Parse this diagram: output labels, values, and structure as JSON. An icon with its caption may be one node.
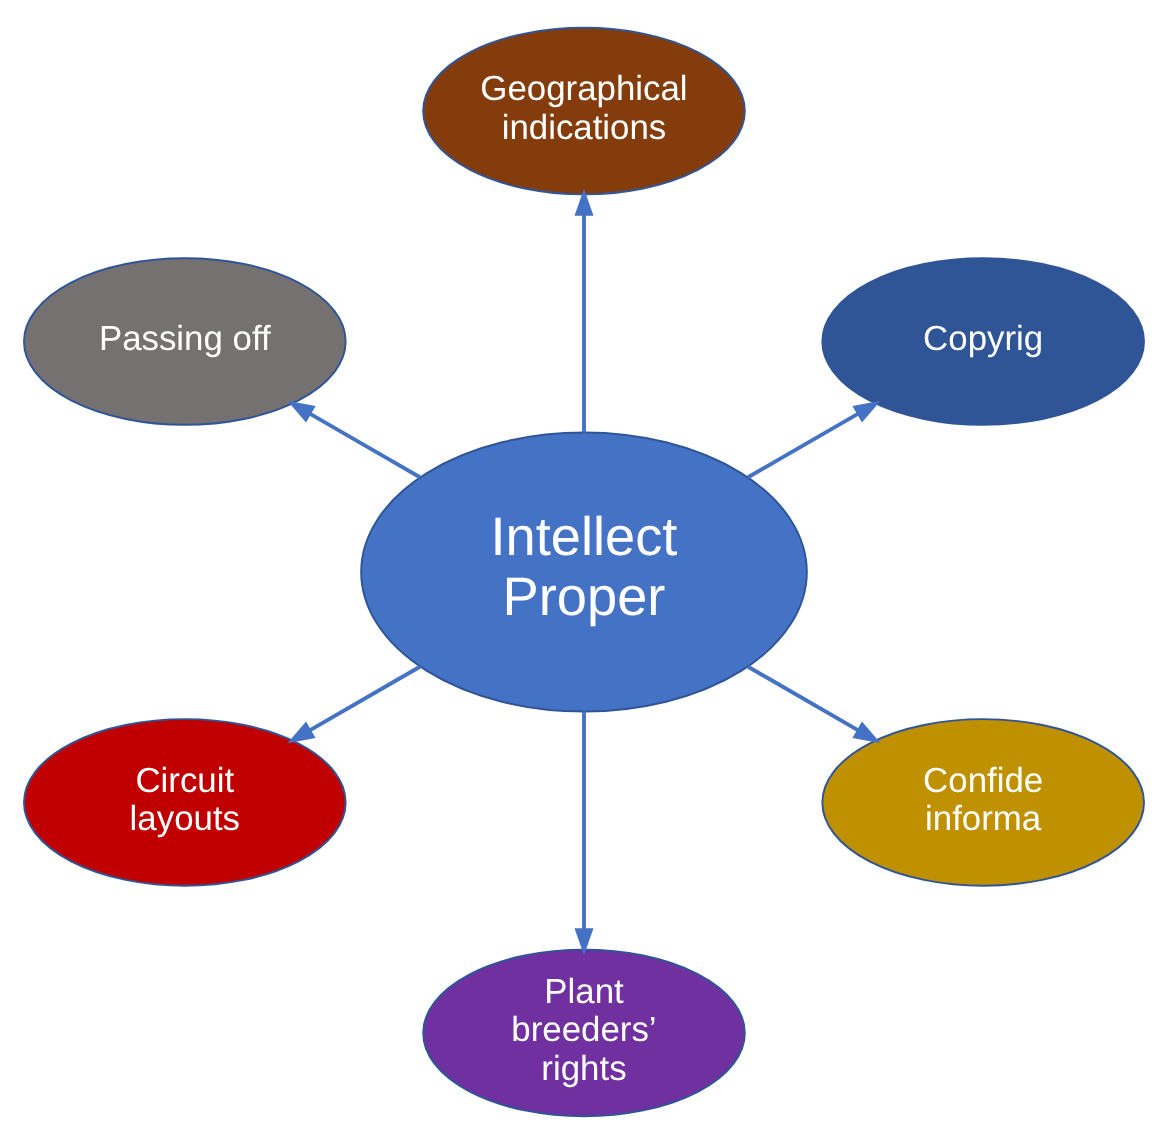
{
  "diagram": {
    "nodes": [
      {
        "text": [
          "Intellect Proper"
        ]
      },
      {
        "text": [
          "Copyrig"
        ]
      },
      {
        "text": [
          "Geographical indications"
        ]
      },
      {
        "text": [
          "Passing off"
        ]
      },
      {
        "text": [
          "Circuit layouts"
        ]
      },
      {
        "text": [
          "Plant breeders’ rights"
        ]
      },
      {
        "text": [
          "Confide informa"
        ]
      }
    ],
    "edges": [
      {
        "from": 0,
        "to": 1,
        "arrow": "to"
      },
      {
        "from": 0,
        "to": 2,
        "arrow": "to"
      },
      {
        "from": 0,
        "to": 3,
        "arrow": "to"
      },
      {
        "from": 0,
        "to": 4,
        "arrow": "to"
      },
      {
        "from": 0,
        "to": 5,
        "arrow": "to"
      },
      {
        "from": 0,
        "to": 6,
        "arrow": "to"
      }
    ]
  }
}
